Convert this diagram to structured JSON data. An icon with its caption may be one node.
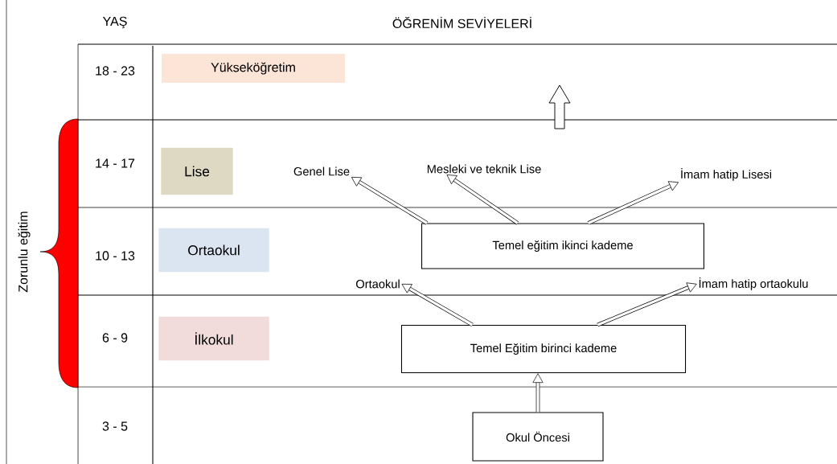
{
  "diagram": {
    "nodes": [
      {
        "text": [
          "Yükseköğretim"
        ]
      },
      {
        "text": [
          "Lise"
        ]
      },
      {
        "text": [
          "Ortaokul"
        ]
      },
      {
        "text": [
          "İlkokul"
        ]
      },
      {
        "text": [
          "Genel Lise"
        ]
      },
      {
        "text": [
          "Mesleki ve teknik Lise"
        ]
      },
      {
        "text": [
          "İmam hatip Lisesi"
        ]
      },
      {
        "text": [
          "Temel eğitim ikinci kademe"
        ]
      },
      {
        "text": [
          "Ortaokul"
        ]
      },
      {
        "text": [
          "İmam hatip ortaokulu"
        ]
      },
      {
        "text": [
          "Temel Eğitim birinci kademe"
        ]
      },
      {
        "text": [
          "Okul Öncesi"
        ]
      }
    ],
    "edges": [
      {
        "from": 11,
        "to": 10,
        "arrow": "to"
      },
      {
        "from": 10,
        "to": 8,
        "arrow": "to"
      },
      {
        "from": 10,
        "to": 9,
        "arrow": "to"
      },
      {
        "from": 7,
        "to": 4,
        "arrow": "to"
      },
      {
        "from": 7,
        "to": 5,
        "arrow": "to"
      },
      {
        "from": 7,
        "to": 6,
        "arrow": "to"
      }
    ],
    "labels": [
      "YAŞ",
      "ÖĞRENİM SEVİYELERİ",
      "18 - 23",
      "14 - 17",
      "10 - 13",
      "6 - 9",
      "3 - 5",
      "Zorunlu eğitim"
    ]
  }
}
